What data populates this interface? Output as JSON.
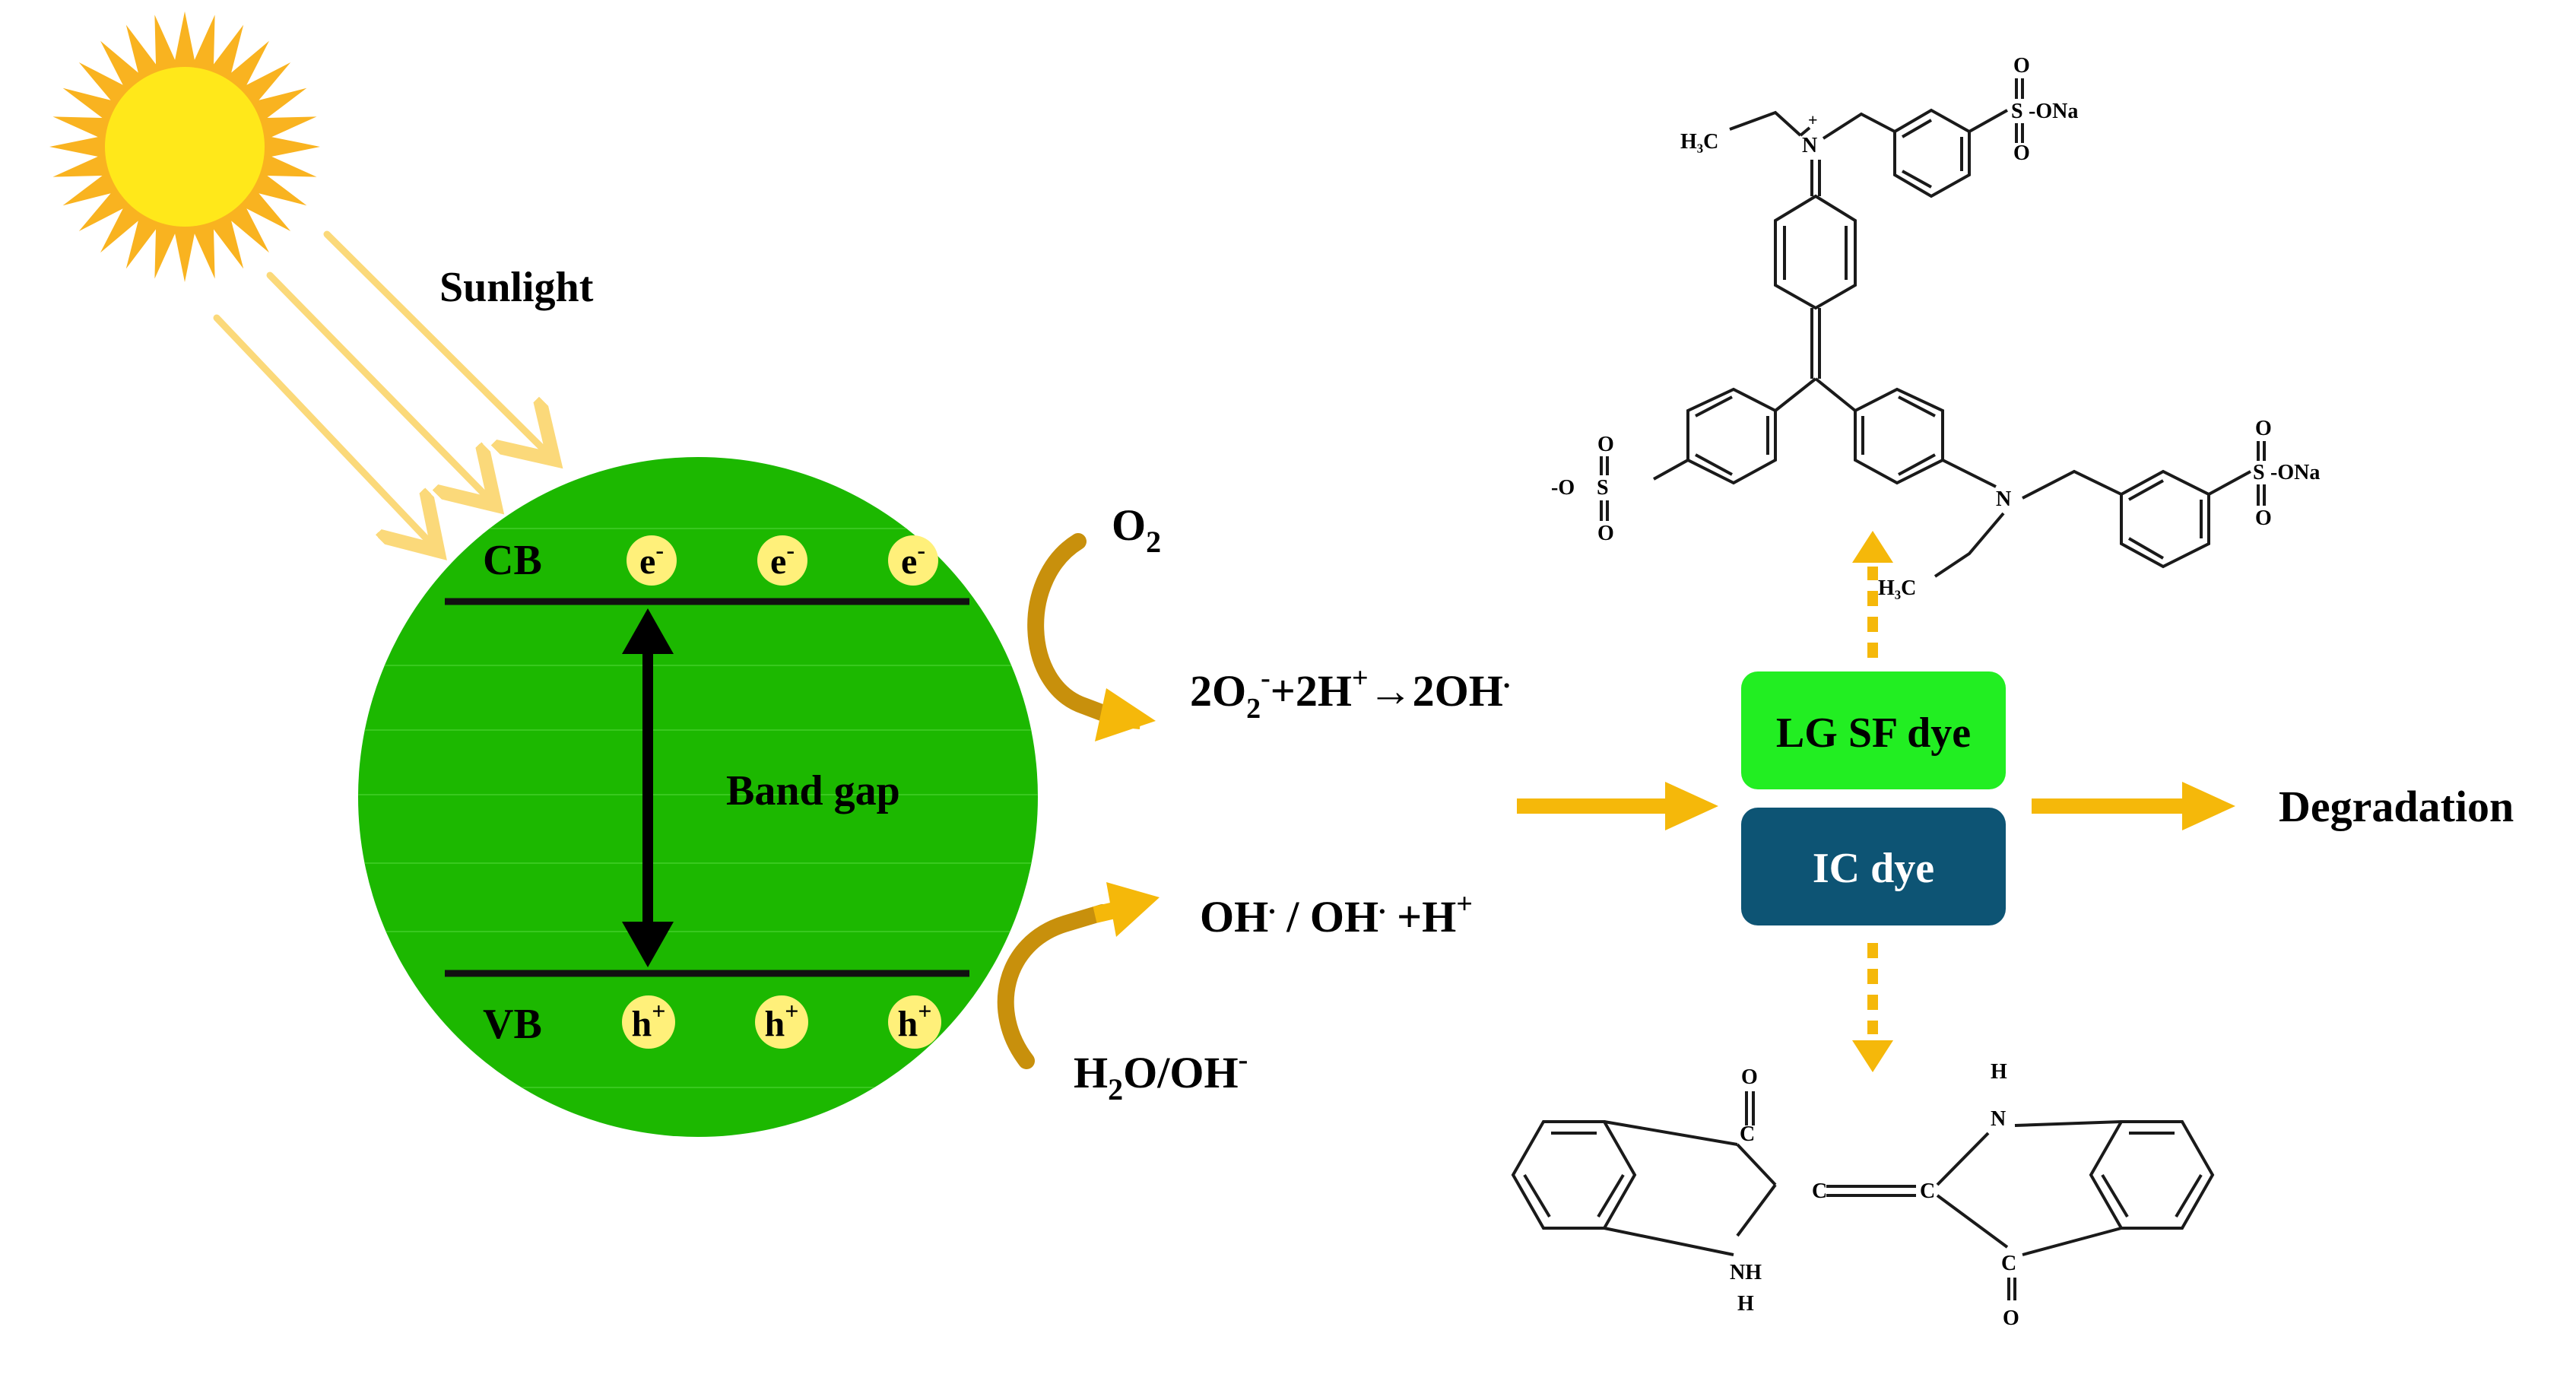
{
  "sunlight": {
    "label": "Sunlight",
    "ray_color": "#fbd97a",
    "sun_colors": [
      "#ffe81a",
      "#f9b320"
    ]
  },
  "particle": {
    "fill": "#1cb800",
    "cb": {
      "label": "CB",
      "carriers": [
        "e",
        "e",
        "e"
      ],
      "charge": "-"
    },
    "vb": {
      "label": "VB",
      "carriers": [
        "h",
        "h",
        "h"
      ],
      "charge": "+"
    },
    "band_gap_label": "Band gap",
    "carrier_fill": "#fff07a"
  },
  "reactions": {
    "o2_label": "O",
    "o2_sub": "2",
    "superoxide_equation": {
      "part1": "2O",
      "sub": "2",
      "sup1": "-",
      "part2": "+2H",
      "sup2": "+",
      "part3": "→2OH",
      "sup3": "."
    },
    "hydroxyl_products": {
      "part1": "OH",
      "sup1": ".",
      "part2": " / OH",
      "sup2": ".",
      "part3": " +H",
      "sup3": "+"
    },
    "water_label": {
      "part1": "H",
      "sub": "2",
      "part2": "O/OH",
      "sup": "-"
    },
    "arrow_color": "#c8900c"
  },
  "dyes": {
    "lg_sf": {
      "label": "LG SF dye",
      "fill": "#22ee22",
      "text_color": "#000000"
    },
    "ic": {
      "label": "IC dye",
      "fill": "#0d5474",
      "text_color": "#ffffff"
    }
  },
  "flow": {
    "result_label": "Degradation",
    "arrow_color": "#f5b80a"
  },
  "structures": {
    "lg_sf": {
      "h3c_top": "H₃C",
      "n_plus": "N",
      "plus": "+",
      "so3na_top": {
        "s": "S",
        "o_up": "O",
        "o_down": "O",
        "ona": "-ONa"
      },
      "so3_left": {
        "s": "S",
        "o_up": "O",
        "o_down": "O",
        "o_minus": "-O"
      },
      "n_right": "N",
      "h3c_bottom": "H₃C",
      "so3na_right": {
        "s": "S",
        "o_up": "O",
        "o_down": "O",
        "ona": "-ONa"
      }
    },
    "ic": {
      "o_top": "O",
      "c_top": "C",
      "c_center_left": "C",
      "c_center_right": "C",
      "nh_bottom_left": "NH",
      "h_bottom_left": "H",
      "h_top_right": "H",
      "n_top_right": "N",
      "c_bottom_right": "C",
      "o_bottom_right": "O"
    }
  }
}
